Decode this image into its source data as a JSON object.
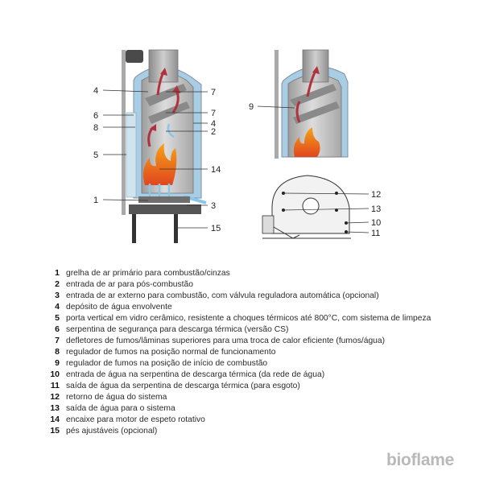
{
  "diagram": {
    "main_callouts": {
      "left": [
        {
          "key": "c4l",
          "text": "4"
        },
        {
          "key": "c6",
          "text": "6"
        },
        {
          "key": "c8",
          "text": "8"
        },
        {
          "key": "c5",
          "text": "5"
        },
        {
          "key": "c1",
          "text": "1"
        }
      ],
      "right": [
        {
          "key": "c7a",
          "text": "7"
        },
        {
          "key": "c7b",
          "text": "7"
        },
        {
          "key": "c4r",
          "text": "4"
        },
        {
          "key": "c2",
          "text": "2"
        },
        {
          "key": "c14",
          "text": "14"
        },
        {
          "key": "c3",
          "text": "3"
        },
        {
          "key": "c15",
          "text": "15"
        }
      ]
    },
    "detail_callouts": [
      {
        "key": "c9",
        "text": "9"
      }
    ],
    "plan_callouts": [
      {
        "key": "c12",
        "text": "12"
      },
      {
        "key": "c13",
        "text": "13"
      },
      {
        "key": "c10",
        "text": "10"
      },
      {
        "key": "c11",
        "text": "11"
      }
    ]
  },
  "legend": [
    {
      "num": "1",
      "text": "grelha de ar primário para combustão/cinzas"
    },
    {
      "num": "2",
      "text": "entrada de ar para pós-combustão"
    },
    {
      "num": "3",
      "text": "entrada de ar externo para combustão, com válvula reguladora automática (opcional)"
    },
    {
      "num": "4",
      "text": "depósito de água envolvente"
    },
    {
      "num": "5",
      "text": "porta vertical em vidro cerâmico, resistente a choques térmicos até 800°C, com sistema de limpeza"
    },
    {
      "num": "6",
      "text": "serpentina de segurança para descarga térmica (versão CS)"
    },
    {
      "num": "7",
      "text": "defletores de fumos/lâminas superiores para uma troca de calor eficiente (fumos/água)"
    },
    {
      "num": "8",
      "text": "regulador de fumos na posição normal de funcionamento"
    },
    {
      "num": "9",
      "text": "regulador de fumos na posição de início de combustão"
    },
    {
      "num": "10",
      "text": "entrada de água na serpentina de descarga térmica (da rede de água)"
    },
    {
      "num": "11",
      "text": "saída de água da serpentina de descarga térmica (para esgoto)"
    },
    {
      "num": "12",
      "text": "retorno de água do sistema"
    },
    {
      "num": "13",
      "text": "saída de água para o sistema"
    },
    {
      "num": "14",
      "text": "encaixe para motor de espeto rotativo"
    },
    {
      "num": "15",
      "text": "pés ajustáveis (opcional)"
    }
  ],
  "brand": {
    "logo_text": "bioflame"
  },
  "colors": {
    "water": "#a9cde4",
    "steel": "#c4c4c4",
    "flame": "#f0731e",
    "air_arrow": "#8ac6e8",
    "smoke_arrow": "#b0323c"
  }
}
